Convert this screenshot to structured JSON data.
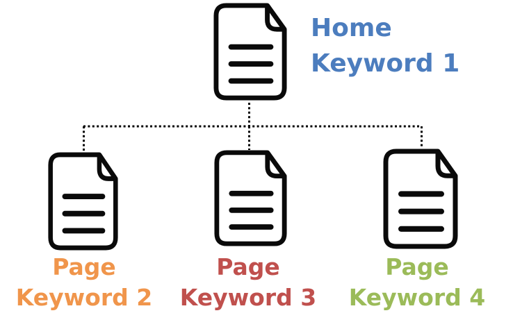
{
  "diagram": {
    "type": "sitemap-keyword-tree",
    "background_color": "#ffffff",
    "connector": {
      "style": "dotted",
      "color": "#000000"
    },
    "nodes": [
      {
        "id": "home",
        "role": "root",
        "icon": "document-icon",
        "label_line1": "Home",
        "label_line2": "Keyword 1",
        "color": "#4C7DBE"
      },
      {
        "id": "page-2",
        "role": "child",
        "icon": "document-icon",
        "label_line1": "Page",
        "label_line2": "Keyword 2",
        "color": "#F0954B"
      },
      {
        "id": "page-3",
        "role": "child",
        "icon": "document-icon",
        "label_line1": "Page",
        "label_line2": "Keyword 3",
        "color": "#C0504D"
      },
      {
        "id": "page-4",
        "role": "child",
        "icon": "document-icon",
        "label_line1": "Page",
        "label_line2": "Keyword 4",
        "color": "#9BBB59"
      }
    ]
  }
}
